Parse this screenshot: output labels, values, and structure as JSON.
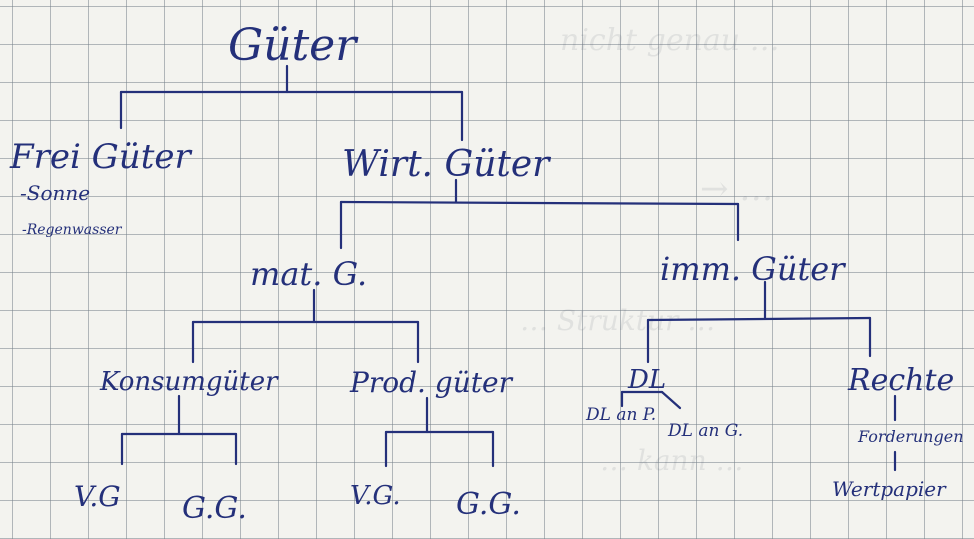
{
  "title": "Güter",
  "branches": {
    "freie_gueter": {
      "label": "Frei Güter",
      "examples": [
        "-Sonne",
        "-Regenwasser"
      ]
    },
    "wirt_gueter": {
      "label": "Wirt. Güter"
    },
    "mat_gueter": {
      "label": "mat. G."
    },
    "imm_gueter": {
      "label": "imm. Güter"
    },
    "konsumgueter": {
      "label": "Konsumgüter",
      "children": [
        "V.G",
        "G.G."
      ]
    },
    "prod_gueter": {
      "label": "Prod. güter",
      "children": [
        "V.G.",
        "G.G."
      ]
    },
    "dl": {
      "label": "DL",
      "children": [
        "DL an P.",
        "DL an G."
      ]
    },
    "rechte": {
      "label": "Rechte",
      "children": [
        "Forderungen",
        "Wertpapier"
      ]
    }
  }
}
